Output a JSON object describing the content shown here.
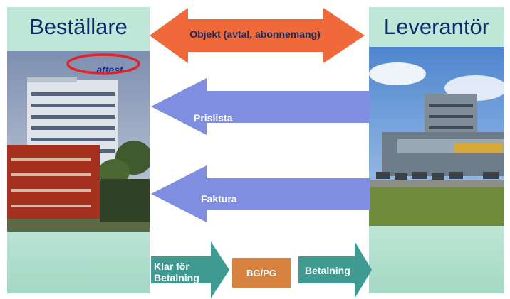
{
  "left_panel": {
    "title": "Beställare",
    "stamp": "attest"
  },
  "right_panel": {
    "title": "Leverantör"
  },
  "arrows": {
    "objekt": "Objekt (avtal,  abonnemang)",
    "prislista": "Prislista",
    "faktura": "Faktura"
  },
  "flow": {
    "klar": [
      "Klar för",
      "Betalning"
    ],
    "bgpg": "BG/PG",
    "betalning": "Betalning"
  },
  "colors": {
    "objekt_arrow": "#f0693a",
    "info_arrows": "#7f8ee0",
    "flow_arrows": "#3f9a91",
    "bgpg_box": "#d7813e",
    "title_text": "#0e2a6b"
  }
}
